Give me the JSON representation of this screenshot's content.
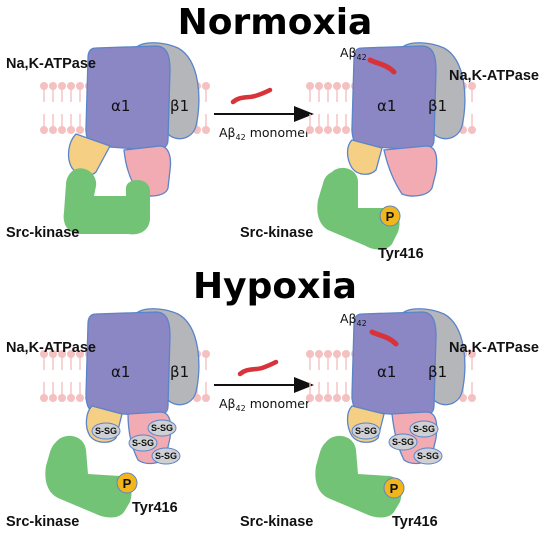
{
  "titles": {
    "normoxia": "Normoxia",
    "hypoxia": "Hypoxia"
  },
  "labels": {
    "nak_atpase": "Na,K-ATPase",
    "alpha1": "α1",
    "beta1": "β1",
    "src_kinase": "Src-kinase",
    "tyr416": "Tyr416",
    "p_badge": "P",
    "ab42": "Aβ",
    "ab42_sub": "42",
    "monomer_prefix": "Aβ",
    "monomer_sub": "42",
    "monomer_suffix": " monomer",
    "ssg": "S-SG"
  },
  "colors": {
    "alpha": "#8b86c4",
    "beta": "#b4b6b9",
    "yellow": "#f5cf84",
    "pink": "#f2aab3",
    "green": "#72c375",
    "outline": "#5b84c9",
    "membrane": "#f4c0c0",
    "abeta": "#d8323a",
    "phospho": "#f2b61b",
    "ssg_fill": "#cfd0d3"
  }
}
